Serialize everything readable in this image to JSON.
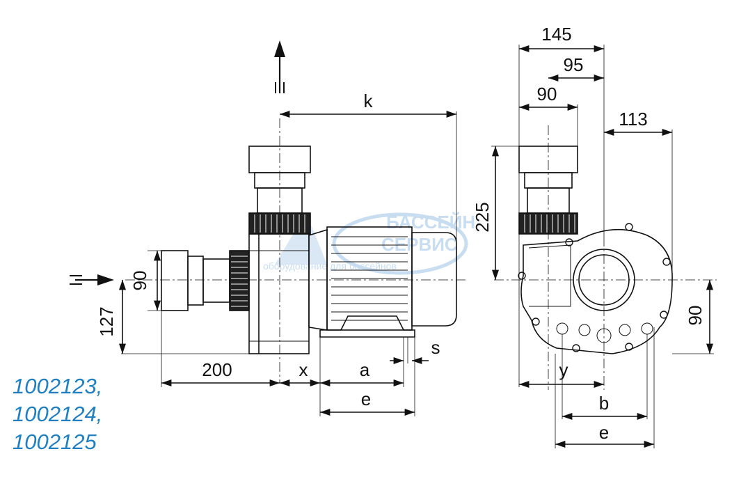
{
  "product_codes": [
    "1002123,",
    "1002124,",
    "1002125"
  ],
  "watermark": {
    "line1": "БАССЕЙН",
    "line2": "СЕРВИС",
    "line3": "оборудование для бассейнов",
    "color": "#9ec3e6"
  },
  "side_view": {
    "dims": {
      "k": "k",
      "d90": "90",
      "d127": "127",
      "d200": "200",
      "x": "x",
      "a": "a",
      "s": "s",
      "e": "e"
    }
  },
  "front_view": {
    "dims": {
      "d145": "145",
      "d95": "95",
      "d90_top": "90",
      "d113": "113",
      "d225": "225",
      "d90_right": "90",
      "y": "y",
      "b": "b",
      "e": "e"
    }
  },
  "colors": {
    "line": "#111111",
    "accent": "#1f7fc1"
  }
}
